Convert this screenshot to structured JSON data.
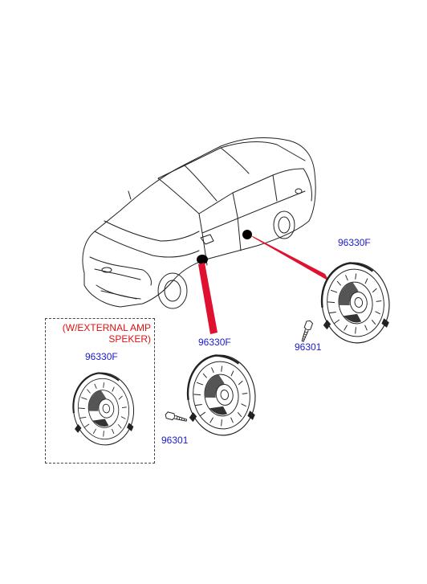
{
  "parts": {
    "speaker_part_number": "96330F",
    "screw_part_number": "96301"
  },
  "note": {
    "line1": "(W/EXTERNAL AMP",
    "line2": "SPEKER)"
  },
  "colors": {
    "part_label": "#1a1acc",
    "note_text": "#e01010",
    "leader_band": "#e01030",
    "linework": "#222222"
  },
  "labels": {
    "front_speaker": "96330F",
    "rear_speaker": "96330F",
    "boxed_speaker": "96330F",
    "front_screw": "96301",
    "rear_screw": "96301"
  }
}
